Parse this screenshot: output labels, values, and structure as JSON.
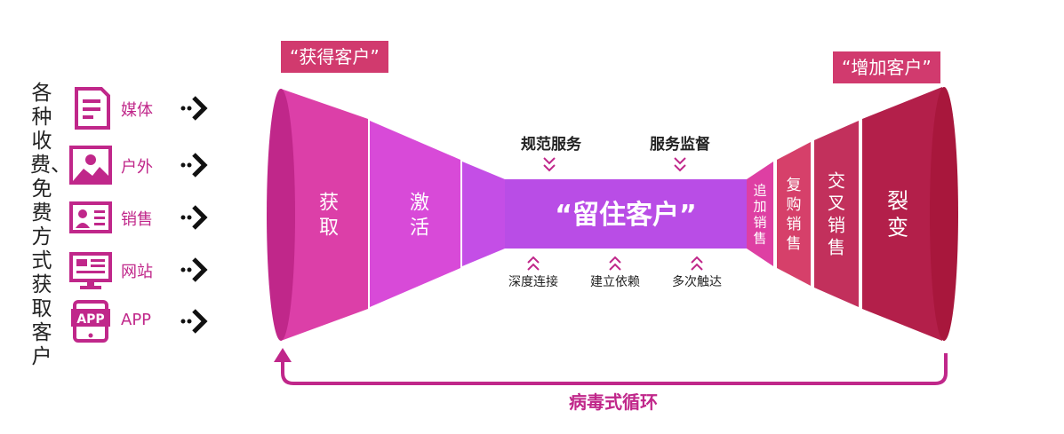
{
  "left_title": "各种收费、免费方式获取客户",
  "channels": [
    {
      "label": "媒体",
      "icon": "document-icon"
    },
    {
      "label": "户外",
      "icon": "image-icon"
    },
    {
      "label": "销售",
      "icon": "id-card-icon"
    },
    {
      "label": "网站",
      "icon": "monitor-icon"
    },
    {
      "label": "APP",
      "icon": "tablet-app-icon",
      "icon_text": "APP"
    }
  ],
  "tags": {
    "acquire": "“获得客户”",
    "grow": "“增加客户”"
  },
  "funnel": {
    "left_stages": [
      "获取",
      "激活"
    ],
    "center": "“留住客户”",
    "right_stages": [
      "追加销售",
      "复购销售",
      "交叉销售",
      "裂变"
    ]
  },
  "top_inputs": [
    "规范服务",
    "服务监督"
  ],
  "bottom_outputs": [
    "深度连接",
    "建立依赖",
    "多次触达"
  ],
  "loop_label": "病毒式循环",
  "colors": {
    "magenta": "#c0278a",
    "purple": "#b94de6",
    "tag_red": "#d13a6e",
    "dark_red": "#a8173c"
  }
}
